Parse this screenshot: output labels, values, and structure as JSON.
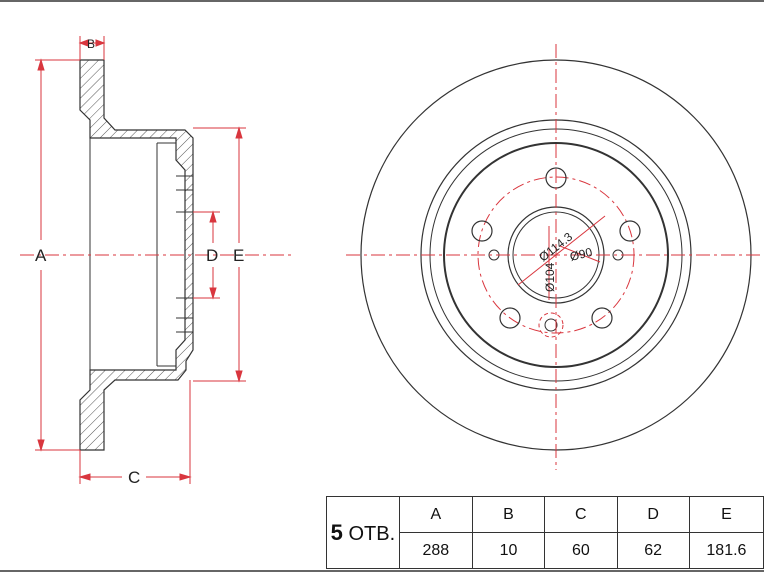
{
  "dimension_labels": {
    "a": "A",
    "b": "B",
    "c": "C",
    "d": "D",
    "e": "E"
  },
  "front_view_labels": {
    "pcd": "Ø114.3",
    "center_bore": "Ø90",
    "hub_diameter": "Ø104"
  },
  "spec_table": {
    "holes_count": "5",
    "holes_unit": "ОТВ.",
    "headers": [
      "A",
      "B",
      "C",
      "D",
      "E"
    ],
    "values": [
      "288",
      "10",
      "60",
      "62",
      "181.6"
    ]
  },
  "colors": {
    "outline": "#333333",
    "dimension_line": "#d9363e",
    "hatch": "#555555"
  }
}
